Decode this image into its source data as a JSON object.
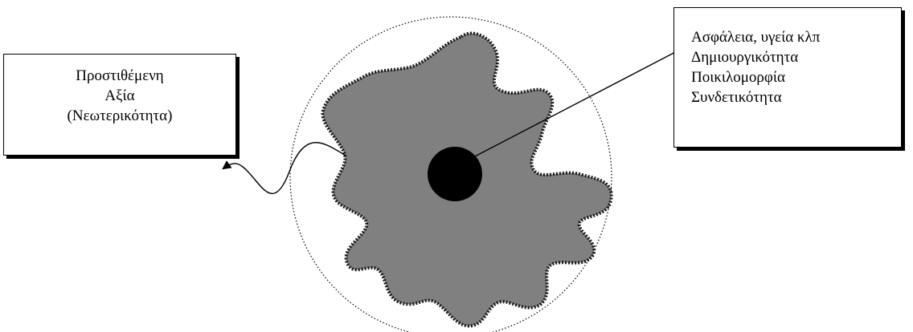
{
  "left_box": {
    "lines": [
      "Προστιθέμενη",
      "Αξία",
      "(Νεωτερικότητα)"
    ]
  },
  "right_box": {
    "lines": [
      "Ασφάλεια, υγεία κλπ",
      "Δημιουργικότητα",
      "Ποικιλομορφία",
      "Συνδετικότητα"
    ]
  },
  "colors": {
    "blob_fill": "#808080",
    "core_fill": "#000000",
    "outline": "#000000",
    "background": "#ffffff"
  }
}
